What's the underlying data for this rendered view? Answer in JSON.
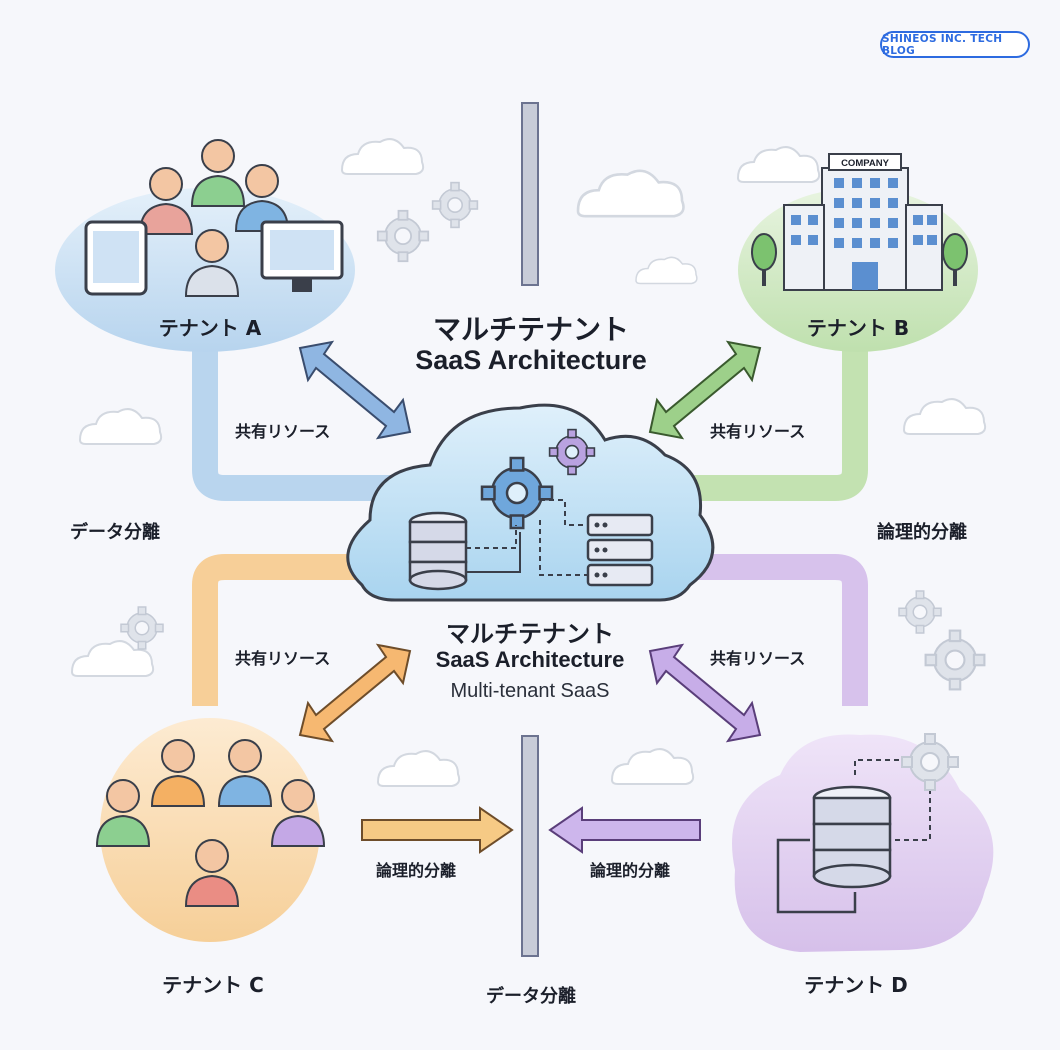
{
  "badge": "SHINEOS INC. TECH BLOG",
  "title": {
    "line1": "マルチテナント",
    "line2": "SaaS Architecture"
  },
  "center": {
    "line1": "マルチテナント",
    "line2": "SaaS Architecture",
    "line3": "Multi-tenant SaaS"
  },
  "tenants": {
    "a": "テナント A",
    "b": "テナント B",
    "c": "テナント C",
    "d": "テナント D"
  },
  "building_sign": "COMPANY",
  "labels": {
    "shared_a": "共有リソース",
    "shared_b": "共有リソース",
    "shared_c": "共有リソース",
    "shared_d": "共有リソース",
    "data_sep_left": "データ分離",
    "data_sep_bottom": "データ分離",
    "logical_right": "論理的分離",
    "logical_bottom_left": "論理的分離",
    "logical_bottom_right": "論理的分離"
  },
  "colors": {
    "tenant_a": "#bcd7ee",
    "tenant_b": "#c6e3b8",
    "tenant_c": "#f8d4a4",
    "tenant_d": "#d9c6ec",
    "accent_blue": "#2d6be0",
    "cloud": "#bfe0f4"
  }
}
